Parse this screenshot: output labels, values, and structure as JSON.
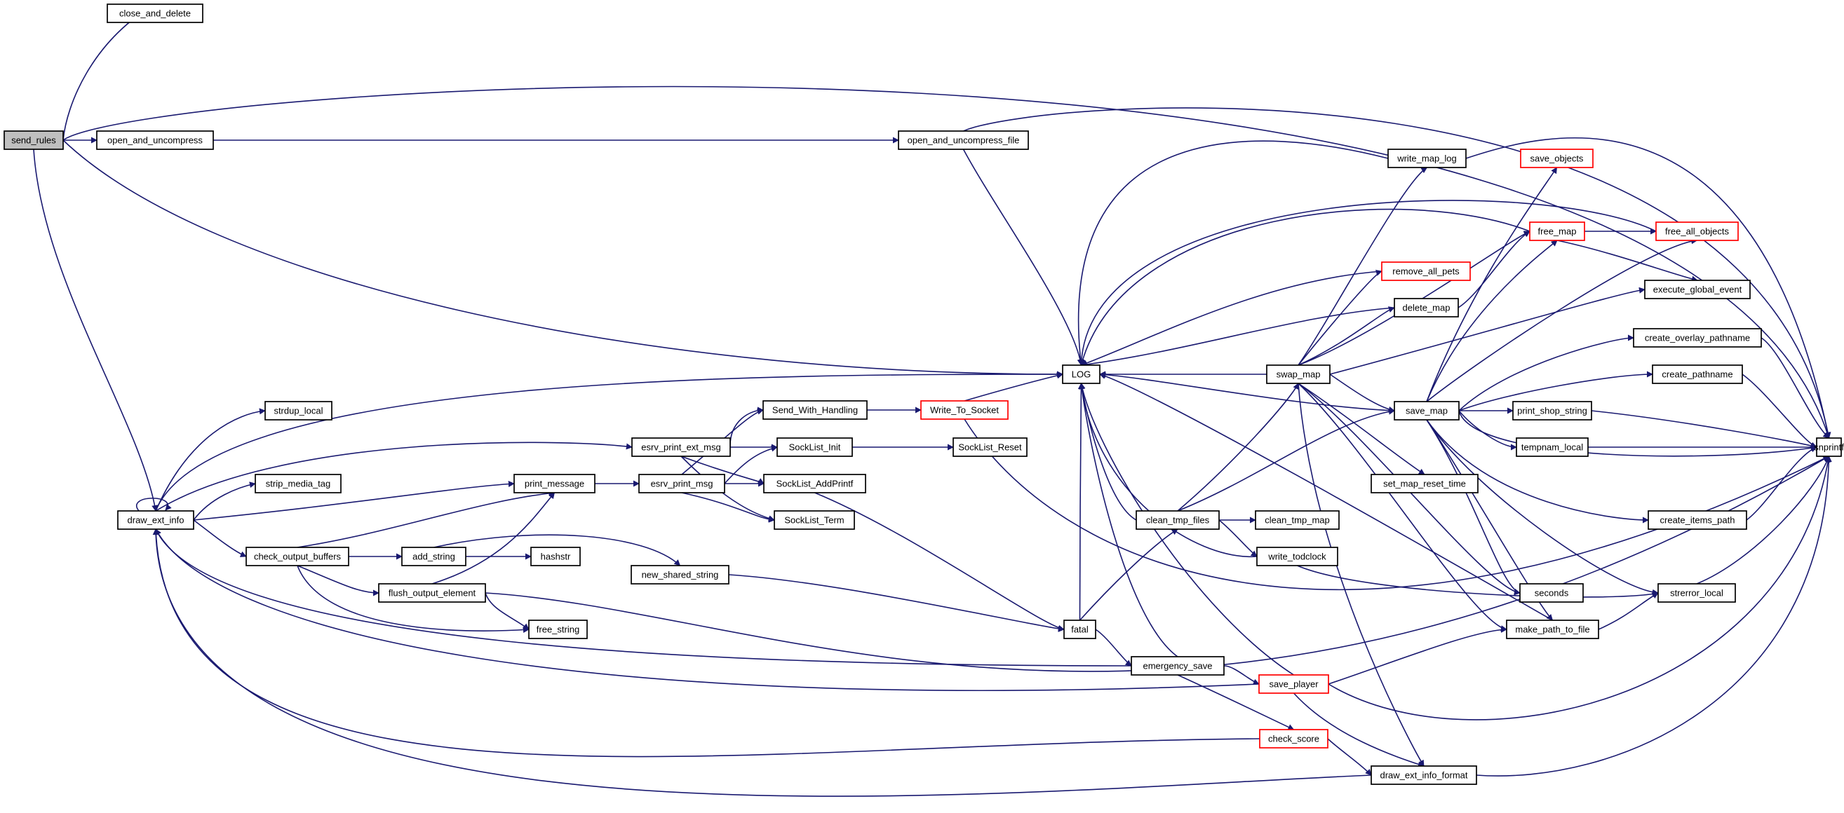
{
  "graph": {
    "nodes": [
      {
        "id": "send_rules",
        "label": "send_rules",
        "root": true
      },
      {
        "id": "close_and_delete",
        "label": "close_and_delete"
      },
      {
        "id": "open_and_uncompress",
        "label": "open_and_uncompress"
      },
      {
        "id": "open_and_uncompress_file",
        "label": "open_and_uncompress_file"
      },
      {
        "id": "LOG",
        "label": "LOG"
      },
      {
        "id": "snprintf",
        "label": "snprintf"
      },
      {
        "id": "draw_ext_info",
        "label": "draw_ext_info"
      },
      {
        "id": "strdup_local",
        "label": "strdup_local"
      },
      {
        "id": "strip_media_tag",
        "label": "strip_media_tag"
      },
      {
        "id": "check_output_buffers",
        "label": "check_output_buffers"
      },
      {
        "id": "print_message",
        "label": "print_message"
      },
      {
        "id": "add_string",
        "label": "add_string"
      },
      {
        "id": "hashstr",
        "label": "hashstr"
      },
      {
        "id": "flush_output_element",
        "label": "flush_output_element"
      },
      {
        "id": "free_string",
        "label": "free_string"
      },
      {
        "id": "esrv_print_ext_msg",
        "label": "esrv_print_ext_msg"
      },
      {
        "id": "esrv_print_msg",
        "label": "esrv_print_msg"
      },
      {
        "id": "new_shared_string",
        "label": "new_shared_string"
      },
      {
        "id": "Send_With_Handling",
        "label": "Send_With_Handling"
      },
      {
        "id": "Write_To_Socket",
        "label": "Write_To_Socket",
        "red": true
      },
      {
        "id": "SockList_Init",
        "label": "SockList_Init"
      },
      {
        "id": "SockList_Reset",
        "label": "SockList_Reset"
      },
      {
        "id": "SockList_AddPrintf",
        "label": "SockList_AddPrintf"
      },
      {
        "id": "SockList_Term",
        "label": "SockList_Term"
      },
      {
        "id": "fatal",
        "label": "fatal"
      },
      {
        "id": "emergency_save",
        "label": "emergency_save"
      },
      {
        "id": "clean_tmp_files",
        "label": "clean_tmp_files"
      },
      {
        "id": "clean_tmp_map",
        "label": "clean_tmp_map"
      },
      {
        "id": "write_todclock",
        "label": "write_todclock"
      },
      {
        "id": "swap_map",
        "label": "swap_map"
      },
      {
        "id": "save_player",
        "label": "save_player",
        "red": true
      },
      {
        "id": "check_score",
        "label": "check_score",
        "red": true
      },
      {
        "id": "draw_ext_info_format",
        "label": "draw_ext_info_format"
      },
      {
        "id": "write_map_log",
        "label": "write_map_log"
      },
      {
        "id": "remove_all_pets",
        "label": "remove_all_pets",
        "red": true
      },
      {
        "id": "delete_map",
        "label": "delete_map"
      },
      {
        "id": "save_map",
        "label": "save_map"
      },
      {
        "id": "set_map_reset_time",
        "label": "set_map_reset_time"
      },
      {
        "id": "save_objects",
        "label": "save_objects",
        "red": true
      },
      {
        "id": "free_map",
        "label": "free_map",
        "red": true
      },
      {
        "id": "free_all_objects",
        "label": "free_all_objects",
        "red": true
      },
      {
        "id": "execute_global_event",
        "label": "execute_global_event"
      },
      {
        "id": "create_overlay_pathname",
        "label": "create_overlay_pathname"
      },
      {
        "id": "create_pathname",
        "label": "create_pathname"
      },
      {
        "id": "print_shop_string",
        "label": "print_shop_string"
      },
      {
        "id": "tempnam_local",
        "label": "tempnam_local"
      },
      {
        "id": "create_items_path",
        "label": "create_items_path"
      },
      {
        "id": "seconds",
        "label": "seconds"
      },
      {
        "id": "strerror_local",
        "label": "strerror_local"
      },
      {
        "id": "make_path_to_file",
        "label": "make_path_to_file"
      }
    ]
  }
}
